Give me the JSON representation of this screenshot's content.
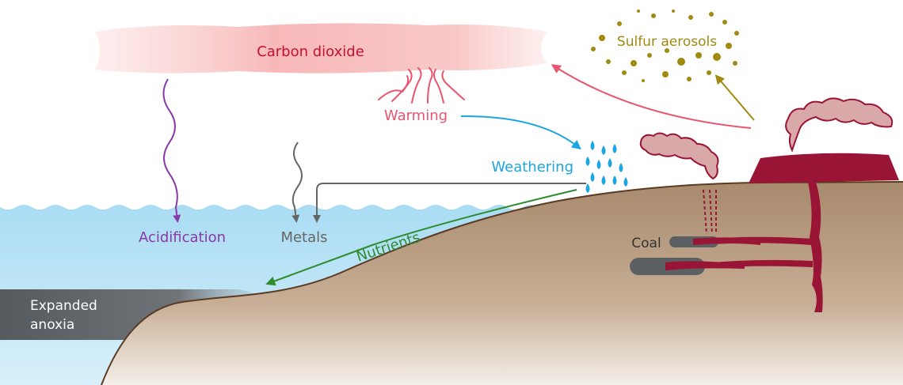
{
  "labels": {
    "carbon_dioxide": "Carbon dioxide",
    "sulfur_aerosols": "Sulfur aerosols",
    "warming": "Warming",
    "weathering": "Weathering",
    "acidification": "Acidification",
    "metals": "Metals",
    "nutrients": "Nutrients",
    "coal": "Coal",
    "expanded_anoxia_line1": "Expanded",
    "expanded_anoxia_line2": "anoxia"
  },
  "colors": {
    "carbon_dioxide": "#c8102e",
    "sulfur": "#a08a10",
    "warming": "#e8556f",
    "weathering": "#1ba6e0",
    "acidification": "#8a3aa8",
    "metals": "#666666",
    "nutrients": "#2e8b2e",
    "magma": "#9a1535",
    "land": "#b3957a",
    "ocean": "#b5e1f5"
  }
}
